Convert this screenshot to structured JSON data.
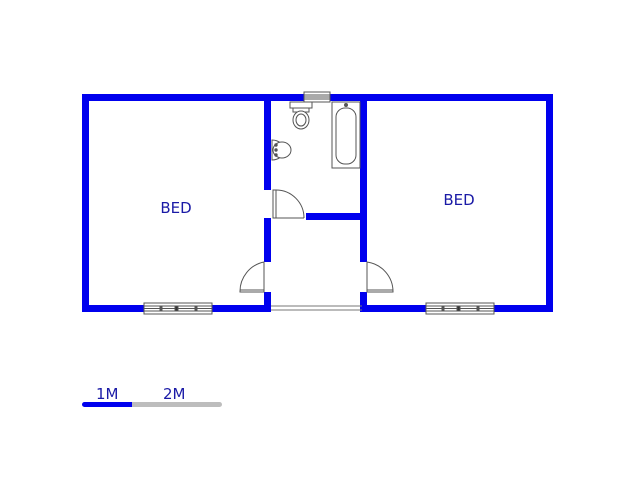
{
  "colors": {
    "wall": "#0000ee",
    "text": "#1a1aa6",
    "fixture": "#666666",
    "scale_inactive": "#bdbdbd",
    "background": "#ffffff"
  },
  "rooms": [
    {
      "label": "BED"
    },
    {
      "label": "BED"
    }
  ],
  "scale_bar": {
    "label_1": "1M",
    "label_2": "2M"
  },
  "fixtures": [
    "bathtub",
    "toilet",
    "basin"
  ]
}
